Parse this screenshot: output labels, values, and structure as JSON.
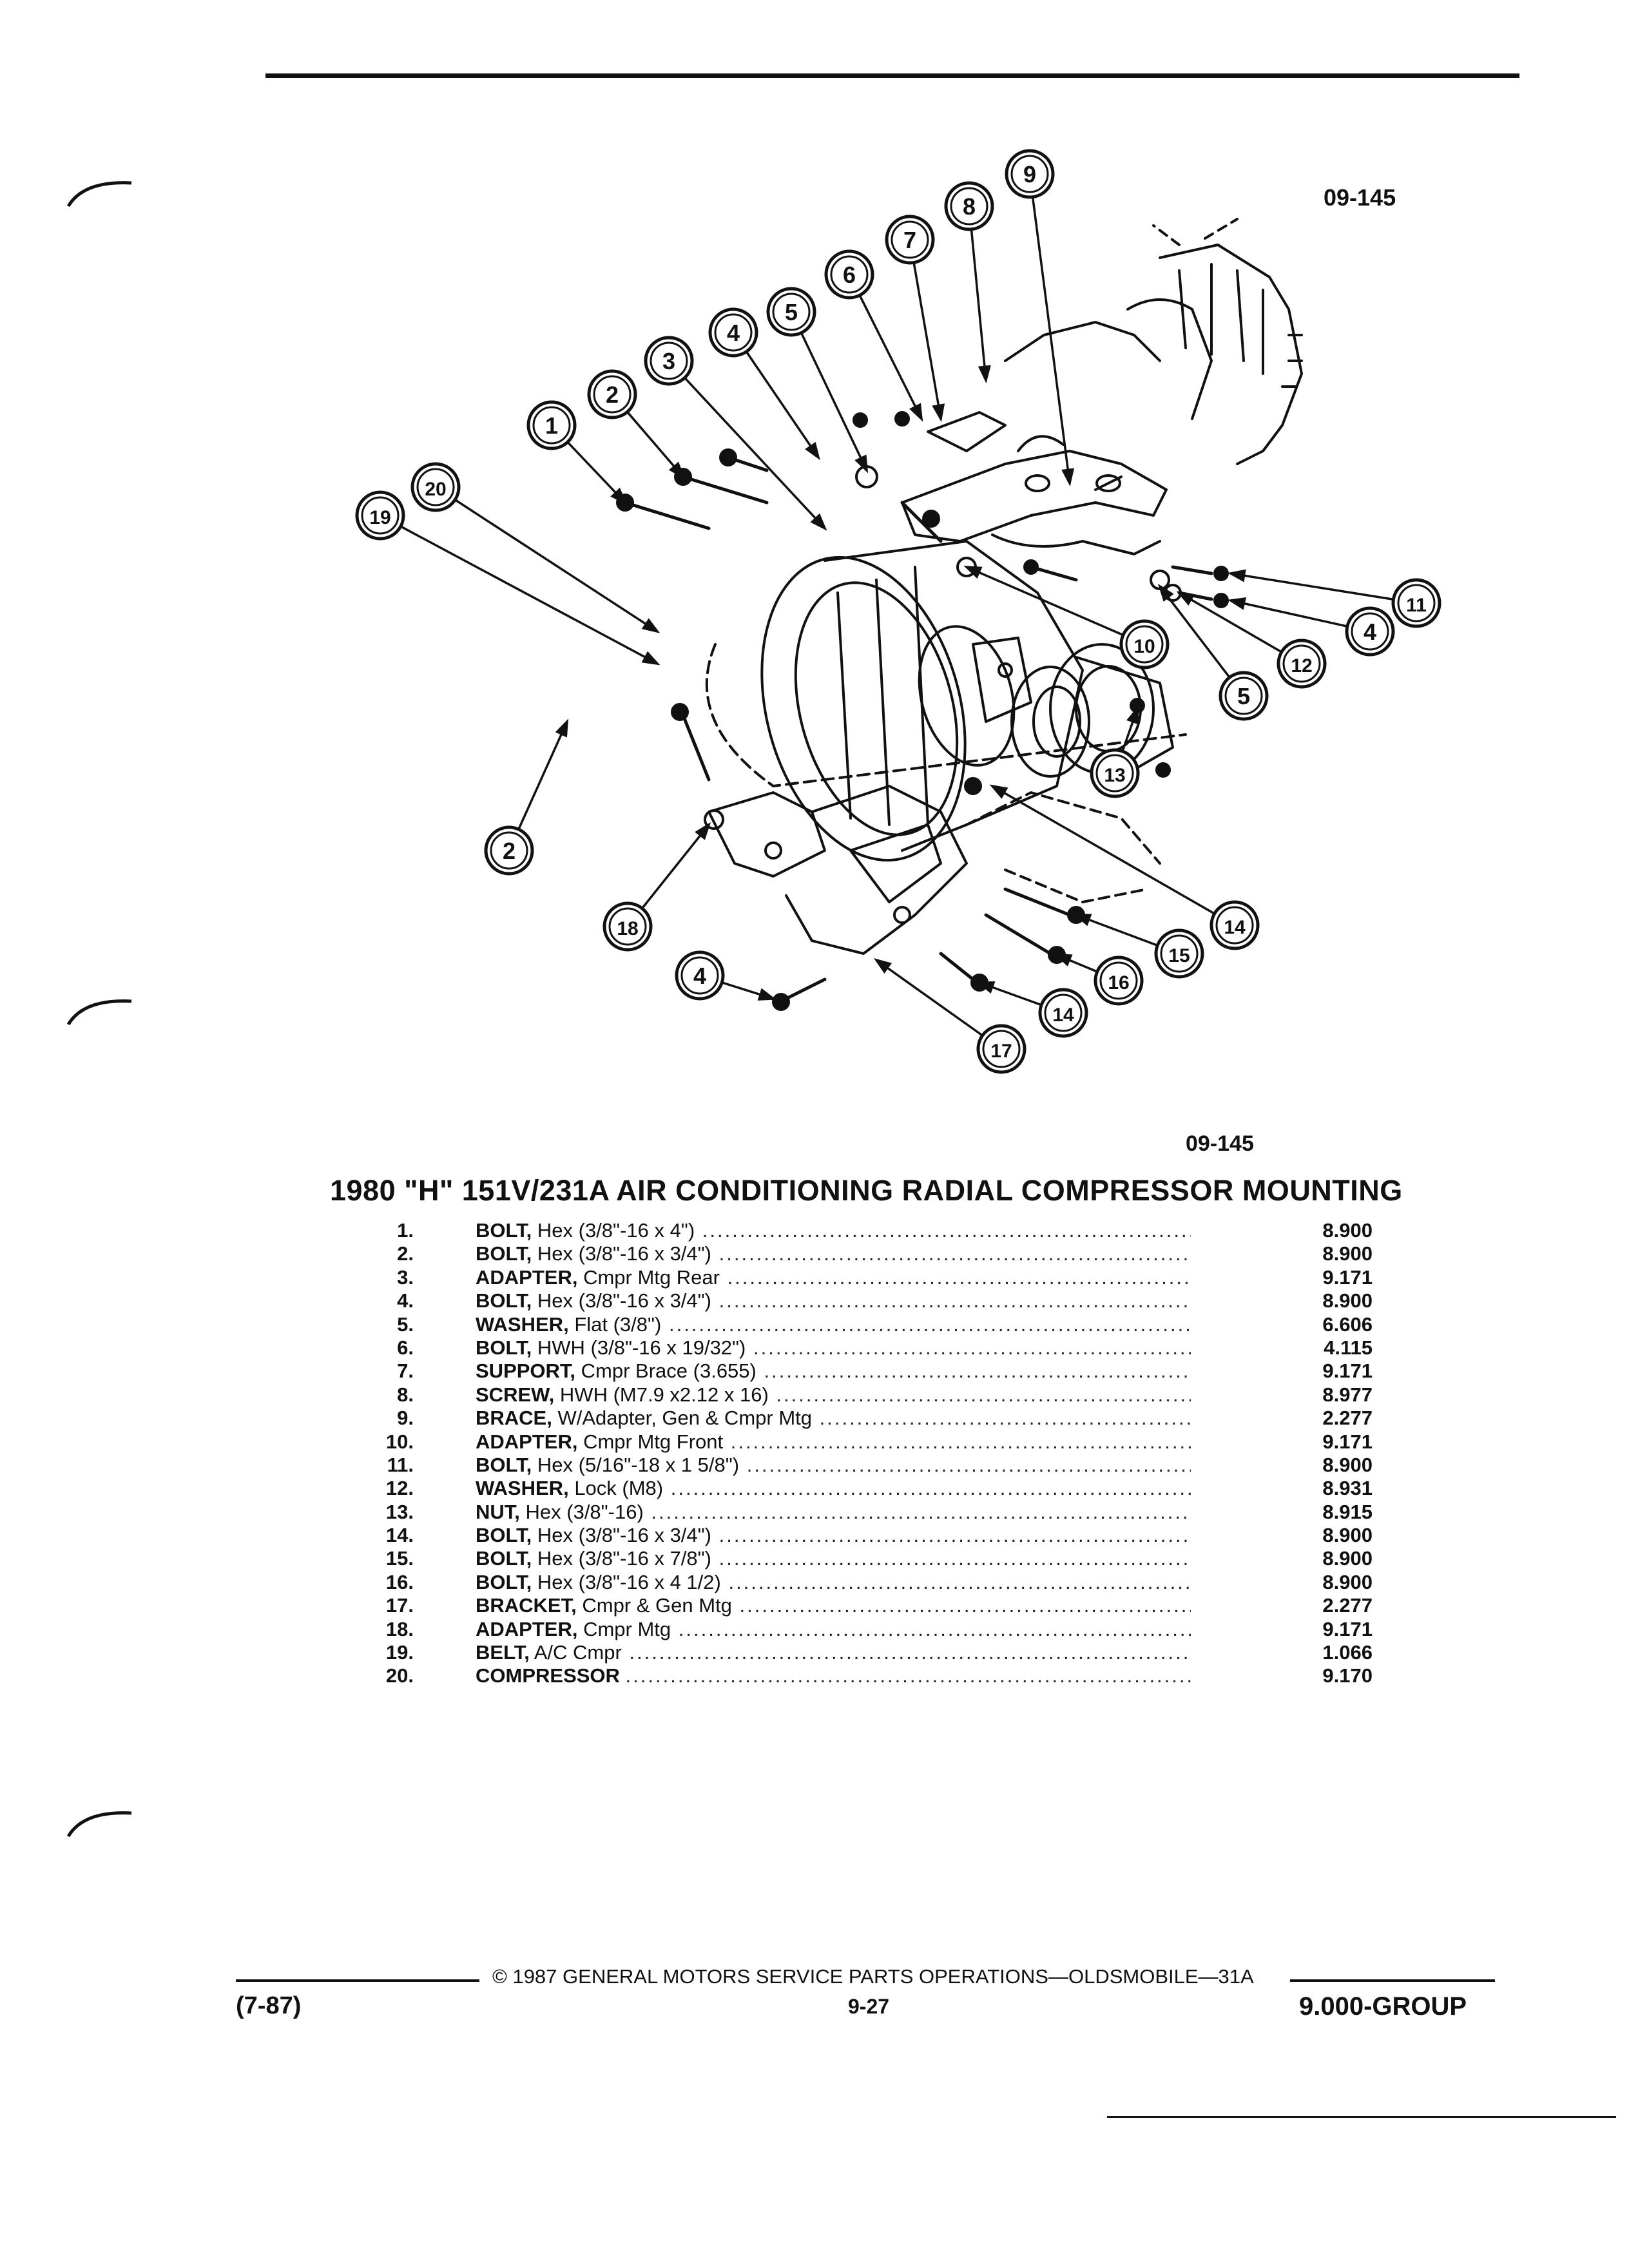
{
  "header": {
    "figure_code_top": "09-145"
  },
  "figure": {
    "figure_code_bottom": "09-145",
    "callouts": [
      "1",
      "2",
      "3",
      "4",
      "5",
      "6",
      "7",
      "8",
      "9",
      "10",
      "11",
      "12",
      "13",
      "14",
      "15",
      "16",
      "17",
      "18",
      "19",
      "20"
    ]
  },
  "title": "1980 \"H\" 151V/231A AIR CONDITIONING RADIAL COMPRESSOR MOUNTING",
  "parts": [
    {
      "num": "1.",
      "name": "BOLT,",
      "spec": "Hex (3/8\"-16 x 4\")",
      "group": "8.900"
    },
    {
      "num": "2.",
      "name": "BOLT,",
      "spec": "Hex (3/8\"-16 x 3/4\")",
      "group": "8.900"
    },
    {
      "num": "3.",
      "name": "ADAPTER,",
      "spec": "Cmpr Mtg Rear",
      "group": "9.171"
    },
    {
      "num": "4.",
      "name": "BOLT,",
      "spec": "Hex (3/8\"-16 x 3/4\")",
      "group": "8.900"
    },
    {
      "num": "5.",
      "name": "WASHER,",
      "spec": "Flat (3/8\")",
      "group": "6.606"
    },
    {
      "num": "6.",
      "name": "BOLT,",
      "spec": "HWH (3/8\"-16 x 19/32\")",
      "group": "4.115"
    },
    {
      "num": "7.",
      "name": "SUPPORT,",
      "spec": "Cmpr Brace (3.655)",
      "group": "9.171"
    },
    {
      "num": "8.",
      "name": "SCREW,",
      "spec": "HWH (M7.9 x2.12 x 16)",
      "group": "8.977"
    },
    {
      "num": "9.",
      "name": "BRACE,",
      "spec": "W/Adapter, Gen & Cmpr Mtg",
      "group": "2.277"
    },
    {
      "num": "10.",
      "name": "ADAPTER,",
      "spec": "Cmpr Mtg Front",
      "group": "9.171"
    },
    {
      "num": "11.",
      "name": "BOLT,",
      "spec": "Hex (5/16\"-18 x 1 5/8\")",
      "group": "8.900"
    },
    {
      "num": "12.",
      "name": "WASHER,",
      "spec": "Lock (M8)",
      "group": "8.931"
    },
    {
      "num": "13.",
      "name": "NUT,",
      "spec": "Hex (3/8\"-16)",
      "group": "8.915"
    },
    {
      "num": "14.",
      "name": "BOLT,",
      "spec": "Hex (3/8\"-16 x 3/4\")",
      "group": "8.900"
    },
    {
      "num": "15.",
      "name": "BOLT,",
      "spec": "Hex (3/8\"-16 x 7/8\")",
      "group": "8.900"
    },
    {
      "num": "16.",
      "name": "BOLT,",
      "spec": "Hex (3/8\"-16 x 4 1/2)",
      "group": "8.900"
    },
    {
      "num": "17.",
      "name": "BRACKET,",
      "spec": "Cmpr & Gen Mtg",
      "group": "2.277"
    },
    {
      "num": "18.",
      "name": "ADAPTER,",
      "spec": "Cmpr Mtg",
      "group": "9.171"
    },
    {
      "num": "19.",
      "name": "BELT,",
      "spec": "A/C Cmpr",
      "group": "1.066"
    },
    {
      "num": "20.",
      "name": "COMPRESSOR",
      "spec": "",
      "group": "9.170"
    }
  ],
  "footer": {
    "copyright": "© 1987 GENERAL MOTORS SERVICE PARTS OPERATIONS—OLDSMOBILE—31A",
    "revision": "(7-87)",
    "page": "9-27",
    "group": "9.000-GROUP"
  },
  "colors": {
    "ink": "#111111",
    "paper": "#ffffff"
  }
}
